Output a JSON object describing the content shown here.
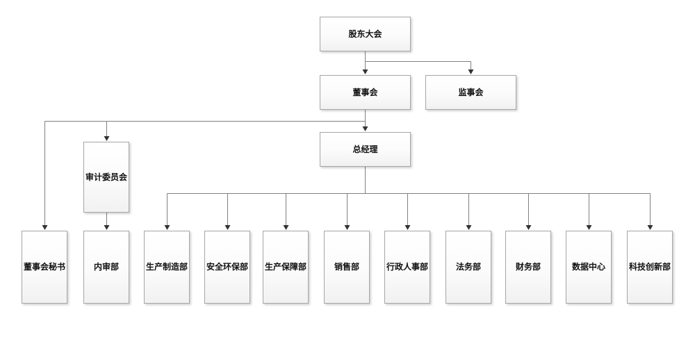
{
  "diagram": {
    "type": "org-chart",
    "colors": {
      "background": "#ffffff",
      "line": "#808080",
      "arrow": "#333333",
      "box_border": "#a6a6a6",
      "box_fill_top": "#ffffff",
      "box_fill_bottom": "#f1f1f1",
      "text": "#111111"
    },
    "nodes": {
      "shareholders": {
        "label": "股东大会"
      },
      "board": {
        "label": "董事会"
      },
      "supervisory": {
        "label": "监事会"
      },
      "audit_committee": {
        "label": "审计委员会"
      },
      "general_manager": {
        "label": "总经理"
      },
      "departments": [
        {
          "label": "董事会秘书"
        },
        {
          "label": "内审部"
        },
        {
          "label": "生产制造部"
        },
        {
          "label": "安全环保部"
        },
        {
          "label": "生产保障部"
        },
        {
          "label": "销售部"
        },
        {
          "label": "行政人事部"
        },
        {
          "label": "法务部"
        },
        {
          "label": "财务部"
        },
        {
          "label": "数据中心"
        },
        {
          "label": "科技创新部"
        }
      ]
    },
    "edges": [
      {
        "from": "股东大会",
        "to": "董事会"
      },
      {
        "from": "股东大会",
        "to": "监事会"
      },
      {
        "from": "董事会",
        "to": "董事会秘书"
      },
      {
        "from": "董事会",
        "to": "审计委员会"
      },
      {
        "from": "董事会",
        "to": "总经理"
      },
      {
        "from": "审计委员会",
        "to": "内审部"
      },
      {
        "from": "总经理",
        "to": "生产制造部"
      },
      {
        "from": "总经理",
        "to": "安全环保部"
      },
      {
        "from": "总经理",
        "to": "生产保障部"
      },
      {
        "from": "总经理",
        "to": "销售部"
      },
      {
        "from": "总经理",
        "to": "行政人事部"
      },
      {
        "from": "总经理",
        "to": "法务部"
      },
      {
        "from": "总经理",
        "to": "财务部"
      },
      {
        "from": "总经理",
        "to": "数据中心"
      },
      {
        "from": "总经理",
        "to": "科技创新部"
      }
    ]
  }
}
